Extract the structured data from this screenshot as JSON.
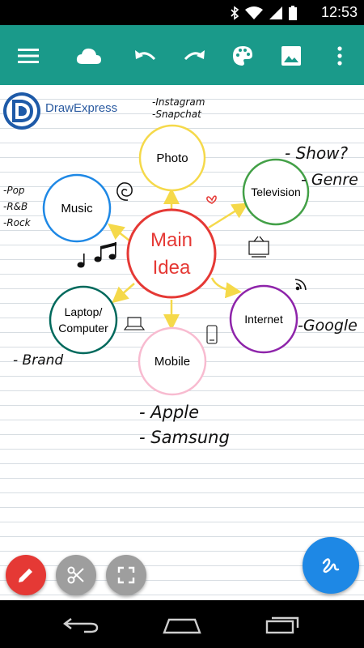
{
  "status_bar": {
    "time": "12:53"
  },
  "app_bar": {
    "icons": [
      "menu-icon",
      "cloud-icon",
      "undo-icon",
      "redo-icon",
      "palette-icon",
      "image-icon",
      "more-vert-icon"
    ]
  },
  "logo": {
    "text": "DrawExpress"
  },
  "mindmap": {
    "center": {
      "line1": "Main",
      "line2": "Idea",
      "color": "#e53935"
    },
    "nodes": [
      {
        "key": "photo",
        "label": "Photo",
        "color": "#f5d94a"
      },
      {
        "key": "music",
        "label": "Music",
        "color": "#1e88e5"
      },
      {
        "key": "television",
        "label": "Television",
        "color": "#43a047"
      },
      {
        "key": "laptop",
        "line1": "Laptop/",
        "line2": "Computer",
        "color": "#00695c"
      },
      {
        "key": "internet",
        "label": "Internet",
        "color": "#8e24aa"
      },
      {
        "key": "mobile",
        "label": "Mobile",
        "color": "#f8bbd0"
      }
    ],
    "arrow_color": "#f5d94a"
  },
  "annotations": {
    "photo": [
      "-Instagram",
      "-Snapchat"
    ],
    "television": [
      "- Show?",
      "- Genre"
    ],
    "music": [
      "-Pop",
      "-R&B",
      "-Rock"
    ],
    "laptop": [
      "- Brand"
    ],
    "internet": [
      "-Google"
    ],
    "mobile": [
      "- Apple",
      "- Samsung"
    ]
  },
  "tools": {
    "pen": {
      "color": "#e53935",
      "icon": "pencil-icon"
    },
    "cut": {
      "color": "#9e9e9e",
      "icon": "scissors-icon"
    },
    "frame": {
      "color": "#9e9e9e",
      "icon": "fullscreen-icon"
    },
    "gesture": {
      "color": "#1e88e5",
      "icon": "gesture-icon"
    }
  },
  "colors": {
    "app_bar": "#1a9a8a"
  }
}
